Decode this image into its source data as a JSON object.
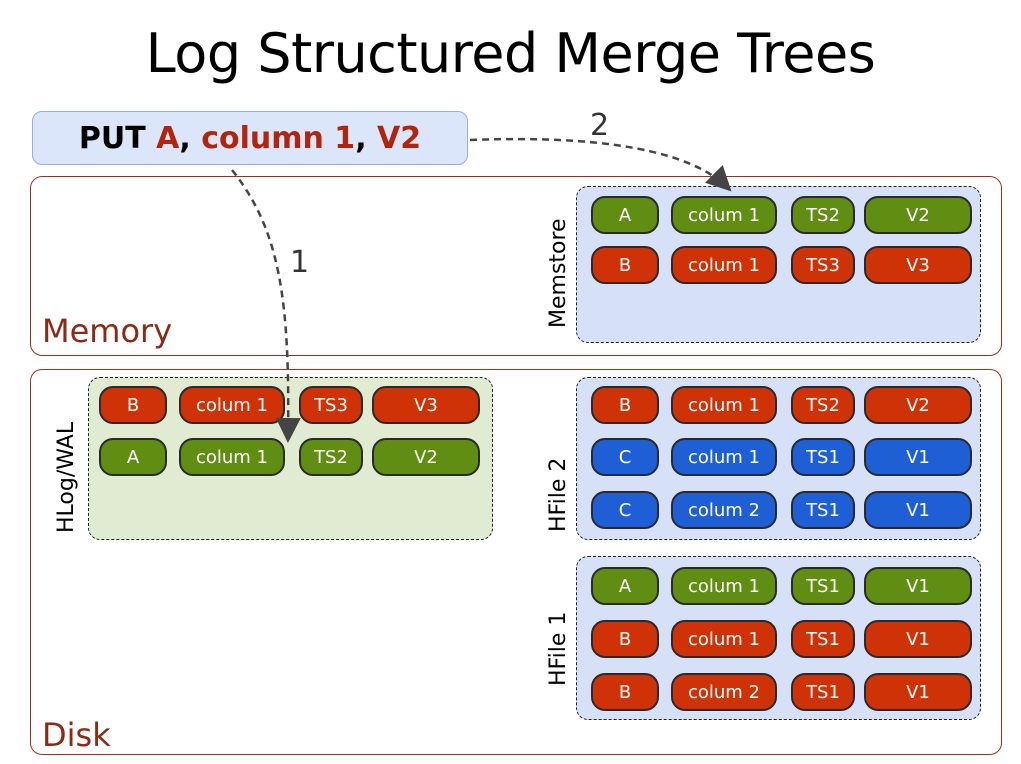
{
  "title": "Log Structured Merge Trees",
  "put_command": {
    "keyword": "PUT",
    "row": "A",
    "sep1": ", ",
    "column": "column 1",
    "sep2": ", ",
    "value": "V2"
  },
  "steps": {
    "step1": "1",
    "step2": "2"
  },
  "regions": {
    "memory": "Memory",
    "disk": "Disk"
  },
  "colors": {
    "green": "#5f8e13",
    "red": "#d03207",
    "blue": "#1f5fd6",
    "region_border": "#a0301a"
  },
  "stores": {
    "memstore": {
      "label": "Memstore",
      "rows": [
        {
          "color": "green",
          "cells": [
            "A",
            "colum 1",
            "TS2",
            "V2"
          ]
        },
        {
          "color": "red",
          "cells": [
            "B",
            "colum 1",
            "TS3",
            "V3"
          ]
        }
      ]
    },
    "hlog": {
      "label": "HLog/WAL",
      "rows": [
        {
          "color": "red",
          "cells": [
            "B",
            "colum 1",
            "TS3",
            "V3"
          ]
        },
        {
          "color": "green",
          "cells": [
            "A",
            "colum 1",
            "TS2",
            "V2"
          ]
        }
      ]
    },
    "hfile2": {
      "label": "HFile 2",
      "rows": [
        {
          "color": "red",
          "cells": [
            "B",
            "colum 1",
            "TS2",
            "V2"
          ]
        },
        {
          "color": "blue",
          "cells": [
            "C",
            "colum 1",
            "TS1",
            "V1"
          ]
        },
        {
          "color": "blue",
          "cells": [
            "C",
            "colum 2",
            "TS1",
            "V1"
          ]
        }
      ]
    },
    "hfile1": {
      "label": "HFile 1",
      "rows": [
        {
          "color": "green",
          "cells": [
            "A",
            "colum 1",
            "TS1",
            "V1"
          ]
        },
        {
          "color": "red",
          "cells": [
            "B",
            "colum 1",
            "TS1",
            "V1"
          ]
        },
        {
          "color": "red",
          "cells": [
            "B",
            "colum 2",
            "TS1",
            "V1"
          ]
        }
      ]
    }
  }
}
